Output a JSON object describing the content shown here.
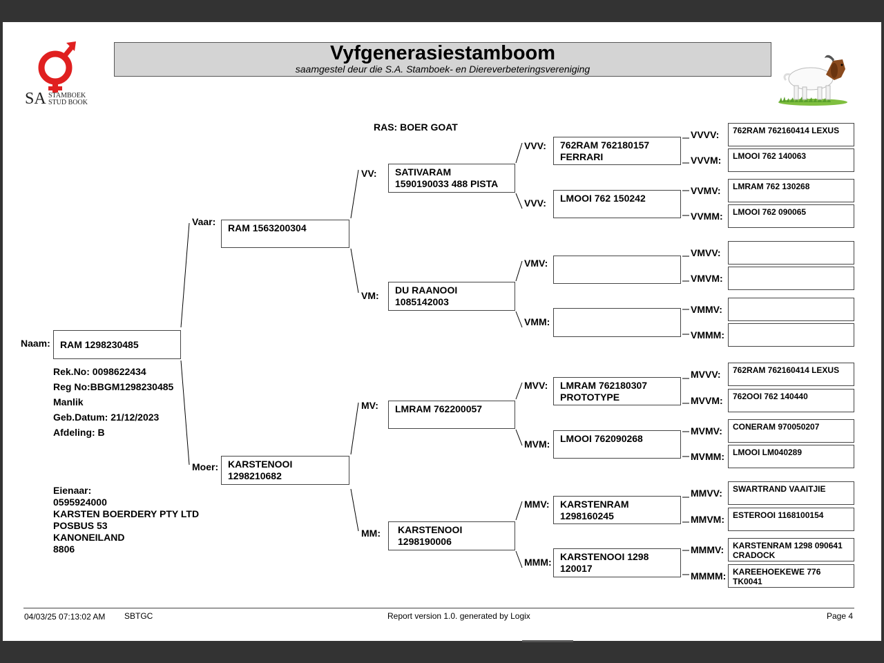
{
  "header": {
    "title": "Vyfgenerasiestamboom",
    "subtitle": "saamgestel deur die S.A. Stamboek- en Diereverbeteringsvereniging",
    "logo": {
      "sa": "SA",
      "line1": "STAMBOEK",
      "line2": "STUD BOOK",
      "symbol": "male-female-symbol",
      "color": "#e02020"
    },
    "breed": "RAS: BOER GOAT"
  },
  "animal": {
    "name_label": "Naam:",
    "name": "RAM 1298230485",
    "rek_no": "Rek.No: 0098622434",
    "reg_no": "Reg No:BBGM1298230485",
    "sex": "Manlik",
    "birth_date": "Geb.Datum: 21/12/2023",
    "division": "Afdeling: B"
  },
  "owner": {
    "label": "Eienaar:",
    "phone": "0595924000",
    "name": "KARSTEN BOERDERY PTY LTD",
    "address1": "POSBUS 53",
    "address2": "KANONEILAND",
    "postcode": "8806"
  },
  "gen2": [
    {
      "code": "Vaar:",
      "line1": "RAM 1563200304",
      "line2": ""
    },
    {
      "code": "Moer:",
      "line1": "KARSTENOOI",
      "line2": "1298210682"
    }
  ],
  "gen3": [
    {
      "code": "VV:",
      "line1": "SATIVARAM",
      "line2": "1590190033 488 PISTA"
    },
    {
      "code": "VM:",
      "line1": "DU RAANOOI",
      "line2": "1085142003"
    },
    {
      "code": "MV:",
      "line1": "LMRAM 762200057",
      "line2": ""
    },
    {
      "code": "MM:",
      "line1": "KARSTENOOI",
      "line2": "1298190006"
    }
  ],
  "gen4": [
    {
      "code": "VVV:",
      "line1": "762RAM 762180157",
      "line2": "FERRARI"
    },
    {
      "code": "VVV:",
      "line1": "LMOOI 762 150242",
      "line2": ""
    },
    {
      "code": "VMV:",
      "line1": "",
      "line2": ""
    },
    {
      "code": "VMM:",
      "line1": "",
      "line2": ""
    },
    {
      "code": "MVV:",
      "line1": "LMRAM 762180307",
      "line2": "PROTOTYPE"
    },
    {
      "code": "MVM:",
      "line1": "LMOOI 762090268",
      "line2": ""
    },
    {
      "code": "MMV:",
      "line1": "KARSTENRAM",
      "line2": "1298160245"
    },
    {
      "code": "MMM:",
      "line1": "KARSTENOOI 1298",
      "line2": "120017"
    }
  ],
  "gen5": [
    {
      "code": "VVVV:",
      "line1": "762RAM 762160414 LEXUS",
      "line2": ""
    },
    {
      "code": "VVVM:",
      "line1": "LMOOI 762 140063",
      "line2": ""
    },
    {
      "code": "VVMV:",
      "line1": "LMRAM 762 130268",
      "line2": ""
    },
    {
      "code": "VVMM:",
      "line1": "LMOOI 762 090065",
      "line2": ""
    },
    {
      "code": "VMVV:",
      "line1": "",
      "line2": ""
    },
    {
      "code": "VMVM:",
      "line1": "",
      "line2": ""
    },
    {
      "code": "VMMV:",
      "line1": "",
      "line2": ""
    },
    {
      "code": "VMMM:",
      "line1": "",
      "line2": ""
    },
    {
      "code": "MVVV:",
      "line1": "762RAM 762160414 LEXUS",
      "line2": ""
    },
    {
      "code": "MVVM:",
      "line1": "762OOI 762 140440",
      "line2": ""
    },
    {
      "code": "MVMV:",
      "line1": "CONERAM 970050207",
      "line2": ""
    },
    {
      "code": "MVMM:",
      "line1": "LMOOI LM040289",
      "line2": ""
    },
    {
      "code": "MMVV:",
      "line1": "SWARTRAND VAAITJIE",
      "line2": ""
    },
    {
      "code": "MMVM:",
      "line1": "ESTEROOI 1168100154",
      "line2": ""
    },
    {
      "code": "MMMV:",
      "line1": "KARSTENRAM 1298 090641",
      "line2": "CRADOCK"
    },
    {
      "code": "MMMM:",
      "line1": "KAREEHOEKEWE 776 TK0041",
      "line2": ""
    }
  ],
  "footer": {
    "datetime": "04/03/25 07:13:02 AM",
    "code": "SBTGC",
    "report": "Report version 1.0. generated by Logix",
    "page": "Page 4"
  }
}
